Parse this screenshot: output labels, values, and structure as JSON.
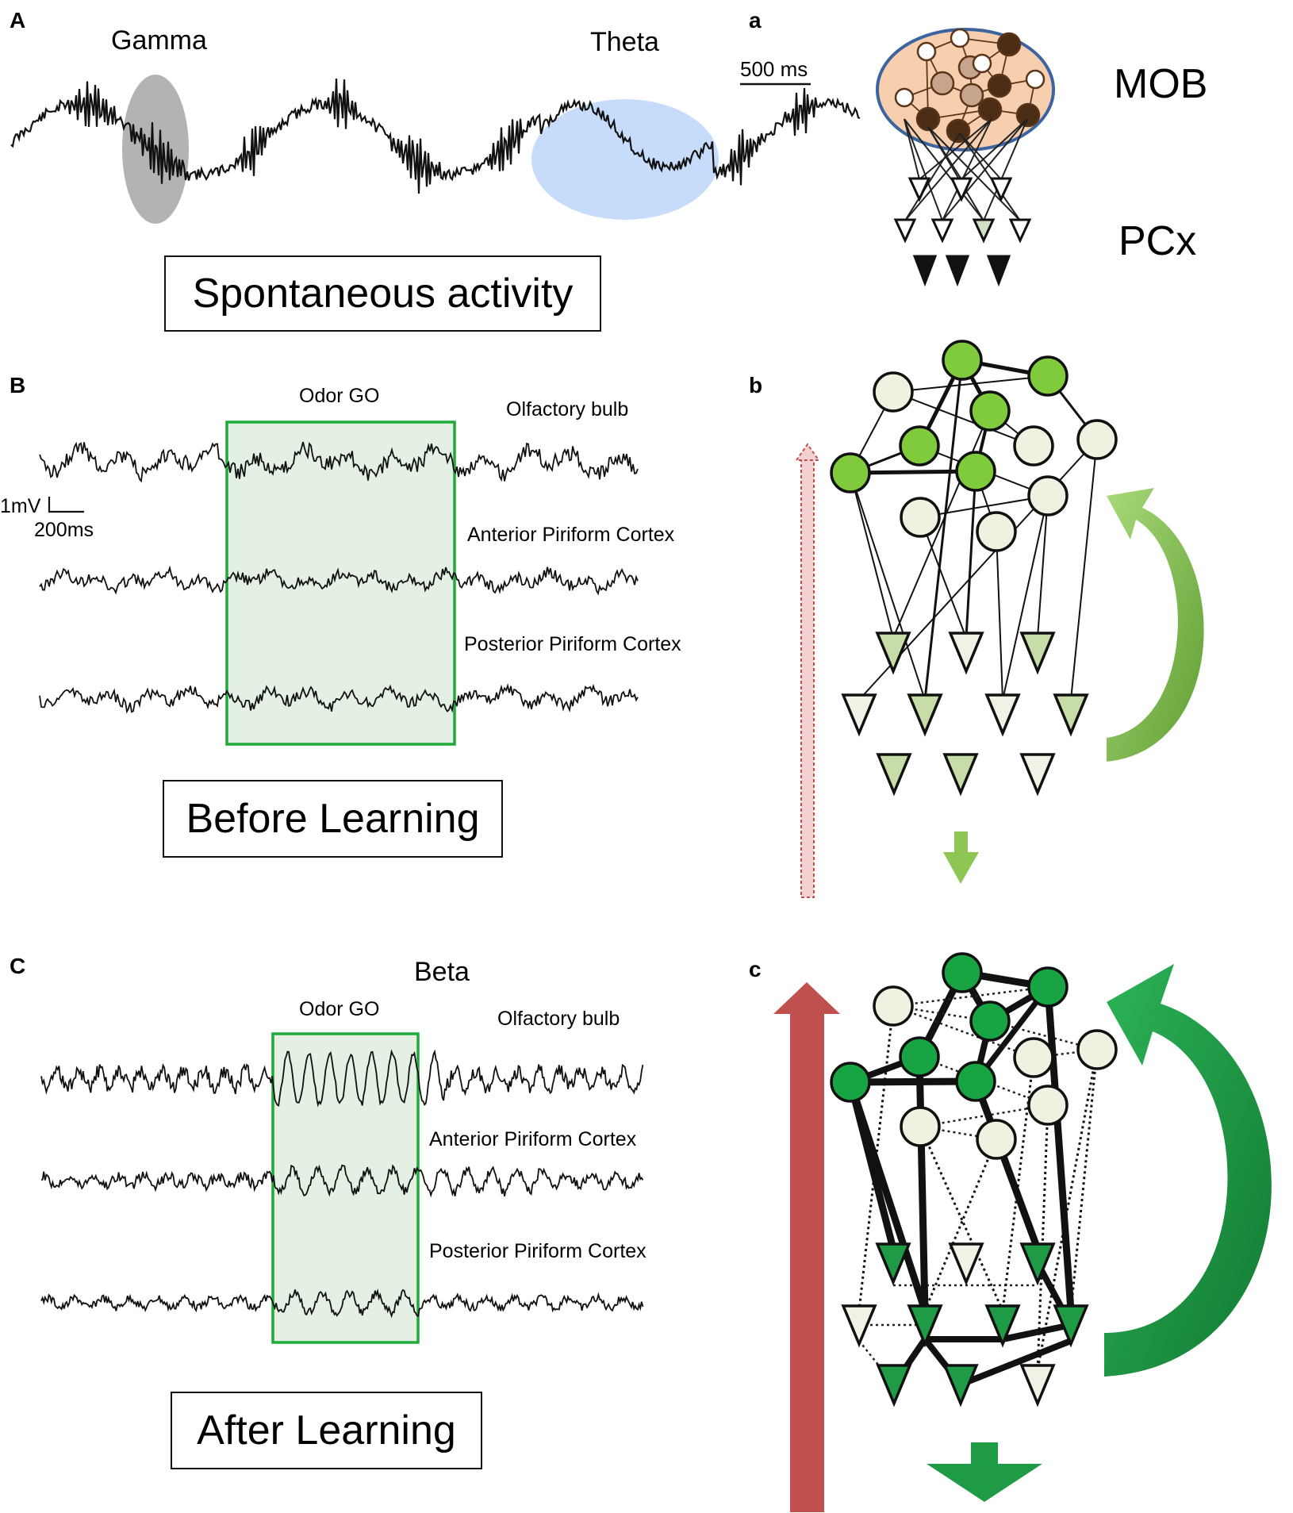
{
  "panels": {
    "A": "A",
    "a": "a",
    "B": "B",
    "b": "b",
    "C": "C",
    "c": "c"
  },
  "panel_A": {
    "gamma_label": "Gamma",
    "theta_label": "Theta",
    "scale_label": "500 ms",
    "box_label": "Spontaneous activity"
  },
  "panel_a": {
    "mob_label": "MOB",
    "pcx_label": "PCx"
  },
  "panel_B": {
    "odor_label": "Odor GO",
    "trace1_label": "Olfactory bulb",
    "trace2_label": "Anterior Piriform Cortex",
    "trace3_label": "Posterior Piriform Cortex",
    "scale_v": "1mV",
    "scale_t": "200ms",
    "box_label": "Before Learning"
  },
  "panel_C": {
    "beta_label": "Beta",
    "odor_label": "Odor GO",
    "trace1_label": "Olfactory bulb",
    "trace2_label": "Anterior Piriform Cortex",
    "trace3_label": "Posterior Piriform Cortex",
    "box_label": "After Learning"
  },
  "colors": {
    "gamma_ellipse": "#a6a6a6",
    "theta_ellipse": "#c6dcfa",
    "mob_fill": "#f8cfae",
    "mob_border": "#3c64a0",
    "odor_box_fill": "#e3f0e3",
    "odor_box_border": "#1faa3a",
    "active_node_before": "#7fcb3c",
    "active_node_after": "#19a443",
    "inactive_node": "#eef2e0",
    "red_arrow": "#c0504d",
    "green_arrow_before": "#8dc653",
    "green_arrow_after": "#1f9a45"
  }
}
